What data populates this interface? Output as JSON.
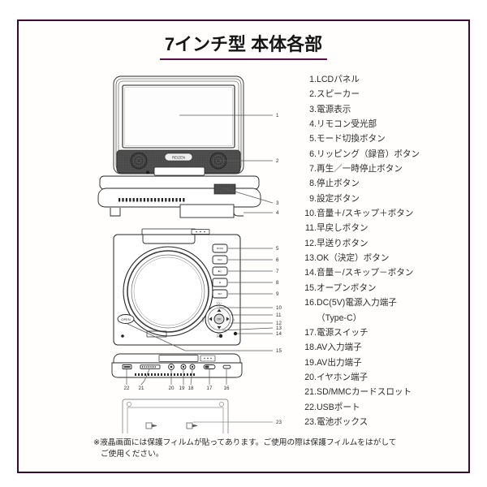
{
  "page": {
    "title_main": "7インチ型 本体各部",
    "title_prefix": "7",
    "title_kana": "インチ型",
    "title_rest": "本体各部",
    "border_color": "#3d0a30",
    "accent_color": "#59114a",
    "background": "#ffffff"
  },
  "parts_list": [
    {
      "num": "1.",
      "label": "LCDパネル"
    },
    {
      "num": "2.",
      "label": "スピーカー"
    },
    {
      "num": "3.",
      "label": "電源表示"
    },
    {
      "num": "4.",
      "label": "リモコン受光部"
    },
    {
      "num": "5.",
      "label": "モード切換ボタン"
    },
    {
      "num": "6.",
      "label": "リッピング（録音）ボタン"
    },
    {
      "num": "7.",
      "label": "再生／一時停止ボタン"
    },
    {
      "num": "8.",
      "label": "停止ボタン"
    },
    {
      "num": "9.",
      "label": "設定ボタン"
    },
    {
      "num": "10.",
      "label": "音量＋/スキップ＋ボタン"
    },
    {
      "num": "11.",
      "label": "早戻しボタン"
    },
    {
      "num": "12.",
      "label": "早送りボタン"
    },
    {
      "num": "13.",
      "label": "OK（決定）ボタン"
    },
    {
      "num": "14.",
      "label": "音量－/スキップ－ボタン"
    },
    {
      "num": "15.",
      "label": "オープンボタン"
    },
    {
      "num": "16.",
      "label": "DC(5V)電源入力端子",
      "sub": "（Type-C）"
    },
    {
      "num": "17.",
      "label": "電源スイッチ"
    },
    {
      "num": "18.",
      "label": "AV入力端子"
    },
    {
      "num": "19.",
      "label": "AV出力端子"
    },
    {
      "num": "20.",
      "label": "イヤホン端子"
    },
    {
      "num": "21.",
      "label": "SD/MMCカードスロット"
    },
    {
      "num": "22.",
      "label": "USBポート"
    },
    {
      "num": "23.",
      "label": "電池ボックス"
    }
  ],
  "note": {
    "line1": "※液晶画面には保護フィルムが貼ってあります。ご使用の際は保護フィルムをはがして",
    "line2": "ご使用ください。"
  },
  "diagram_front": {
    "name": "front-view",
    "callouts": [
      "1",
      "2",
      "3",
      "4"
    ],
    "logo_text": "REIZEN"
  },
  "diagram_top": {
    "name": "top-view",
    "callouts": [
      "5",
      "6",
      "7",
      "8",
      "9",
      "10",
      "11",
      "12",
      "13",
      "14",
      "15"
    ],
    "open_label": "OPEN",
    "ok_label": "OK"
  },
  "diagram_side": {
    "name": "side-view-ports",
    "callouts": [
      "22",
      "21",
      "20",
      "19",
      "18",
      "17",
      "16"
    ]
  },
  "diagram_battery": {
    "name": "battery-box",
    "callouts": [
      "23"
    ]
  }
}
